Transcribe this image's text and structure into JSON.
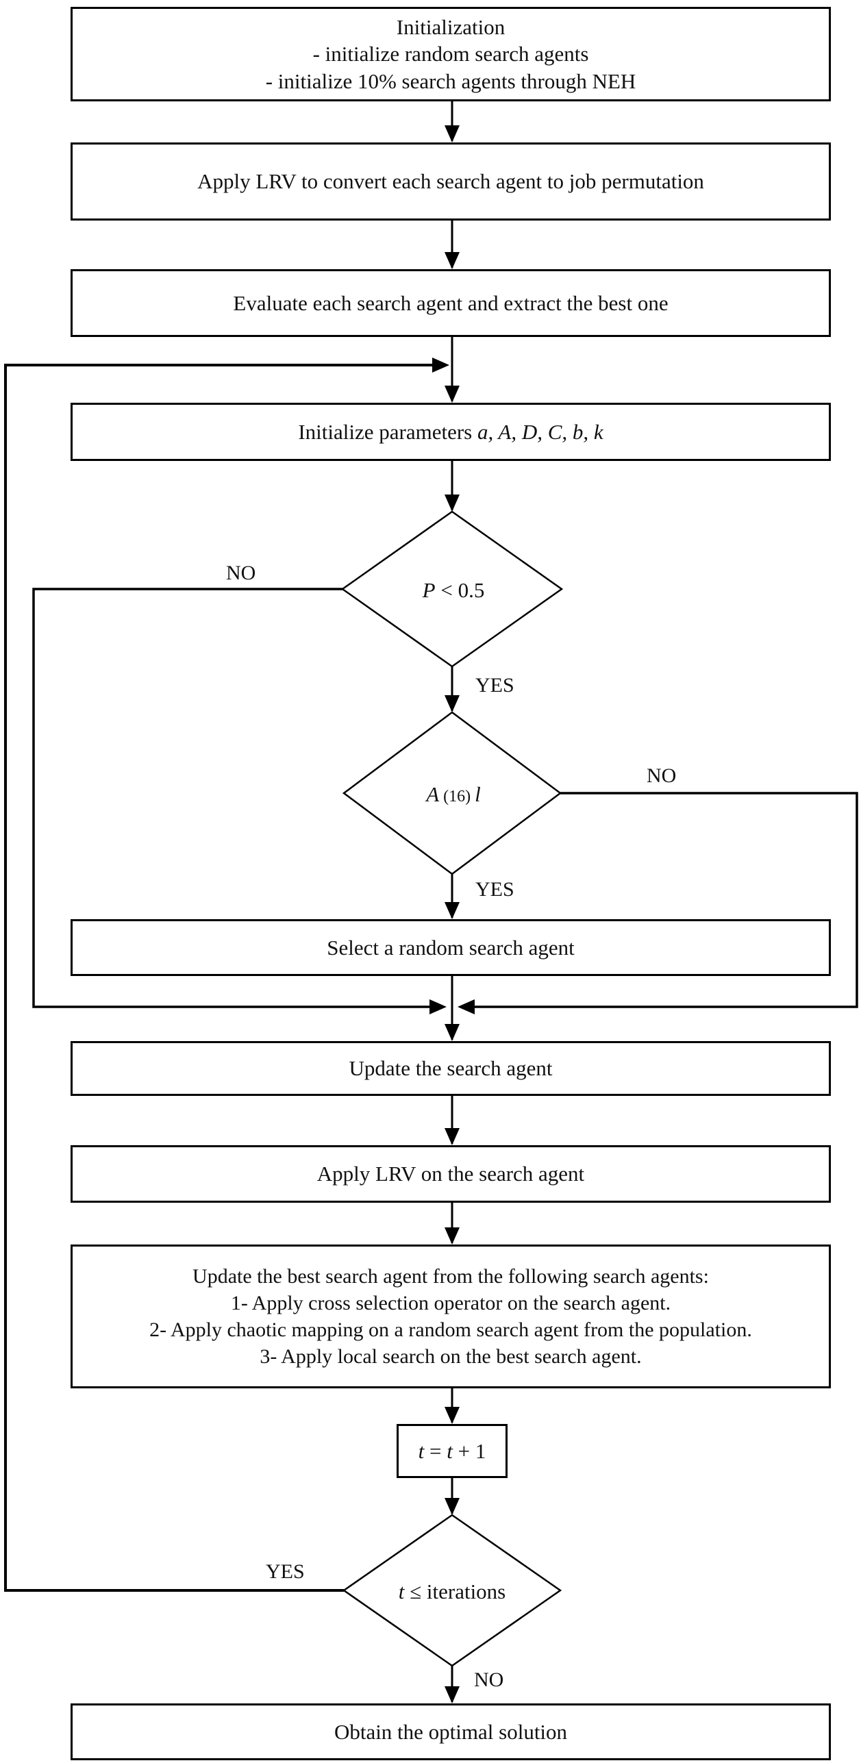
{
  "colors": {
    "stroke": "#000000",
    "background": "#ffffff"
  },
  "nodes": {
    "initialization": {
      "lines": [
        "Initialization",
        "- initialize random search agents",
        "- initialize 10% search agents through NEH"
      ]
    },
    "apply_lrv_convert": {
      "label": "Apply LRV to convert each search agent to job permutation"
    },
    "evaluate": {
      "label": "Evaluate each search agent and extract the best one"
    },
    "init_params": {
      "prefix": "Initialize parameters ",
      "params": "a, A, D, C, b, k"
    },
    "decision_p": {
      "var": "P",
      "rest": " < 0.5"
    },
    "decision_a": {
      "var_a": "A",
      "mid": " (16) ",
      "var_l": "l"
    },
    "select_random": {
      "label": "Select a random search agent"
    },
    "update_agent": {
      "label": "Update the search agent"
    },
    "apply_lrv_agent": {
      "label": "Apply LRV on the search agent"
    },
    "update_best": {
      "lines": [
        "Update the best search agent from the following search agents:",
        "1- Apply cross selection operator on the search agent.",
        "2- Apply chaotic mapping on a random search agent from the population.",
        "3- Apply local search on the best search agent."
      ]
    },
    "increment": {
      "t1": "t",
      "equals": " = ",
      "t2": "t",
      "plus_one": " + 1"
    },
    "decision_t": {
      "var": "t",
      "rest": " ≤  iterations"
    },
    "obtain": {
      "label": "Obtain the optimal solution"
    }
  },
  "edges": {
    "no_p": "NO",
    "yes_p": "YES",
    "no_a": "NO",
    "yes_a": "YES",
    "yes_t": "YES",
    "no_t": "NO"
  }
}
